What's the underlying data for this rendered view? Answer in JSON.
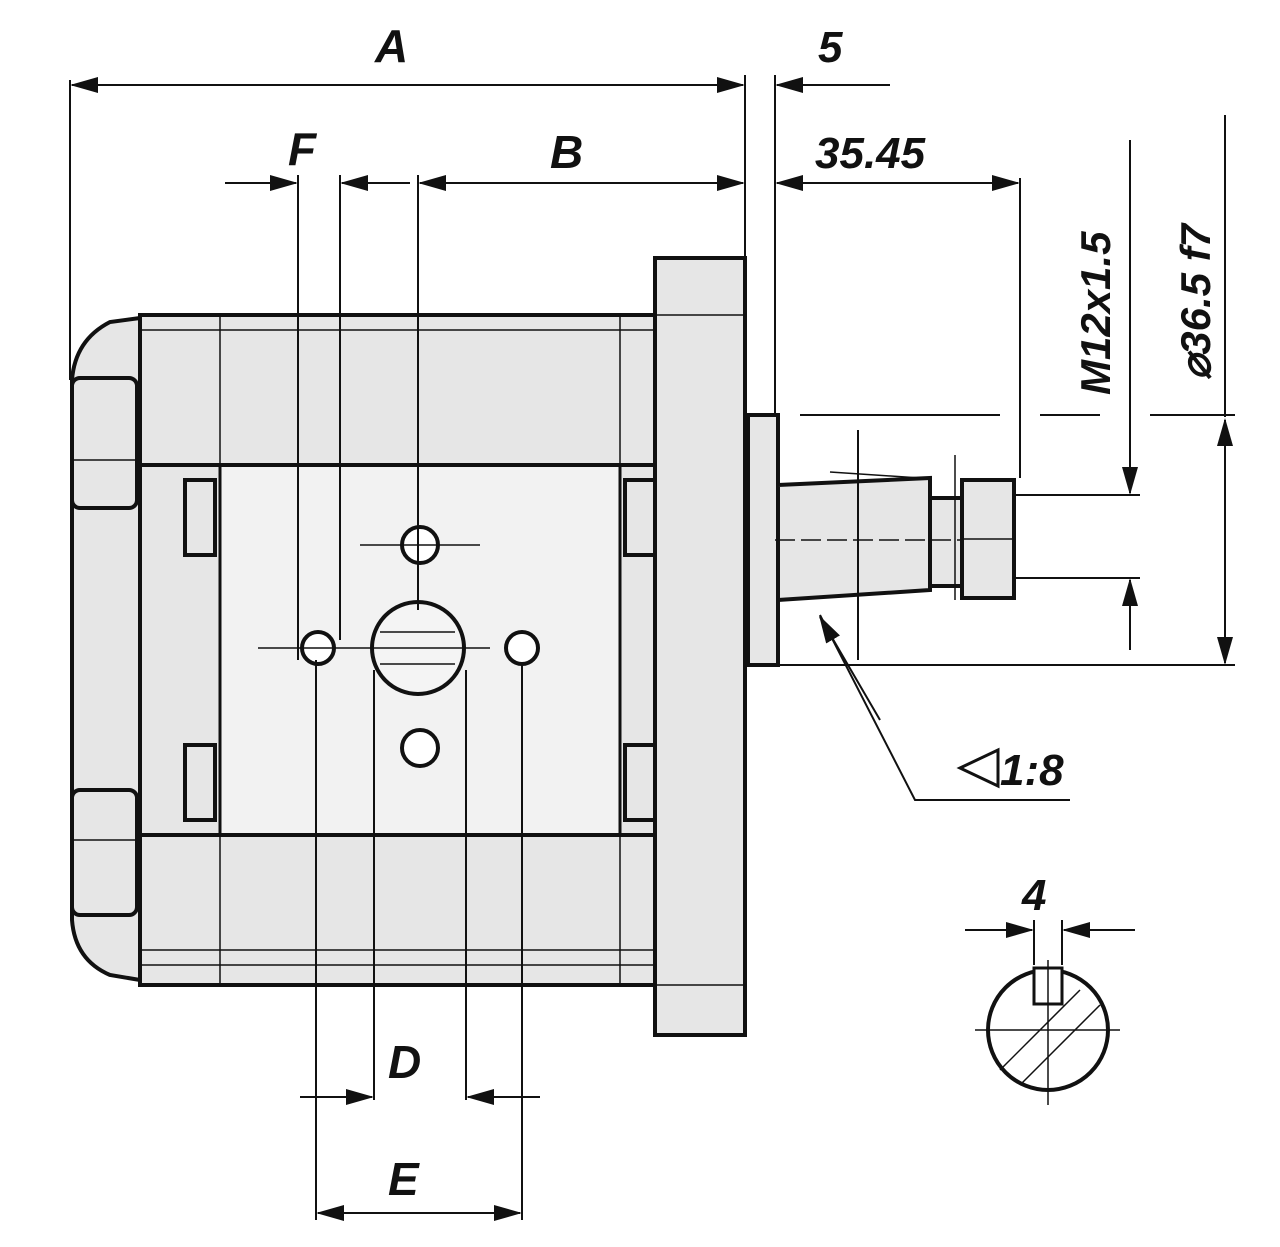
{
  "title": "Gear pump dimensional drawing",
  "dimensions": {
    "a": "A",
    "five": "5",
    "f": "F",
    "b": "B",
    "shaft_length": "35.45",
    "thread": "M12x1.5",
    "diameter": "⌀36.5 f7",
    "taper": "1:8",
    "key_width": "4",
    "d": "D",
    "e": "E"
  },
  "colors": {
    "line": "#111111",
    "fill": "#e6e6e6"
  }
}
